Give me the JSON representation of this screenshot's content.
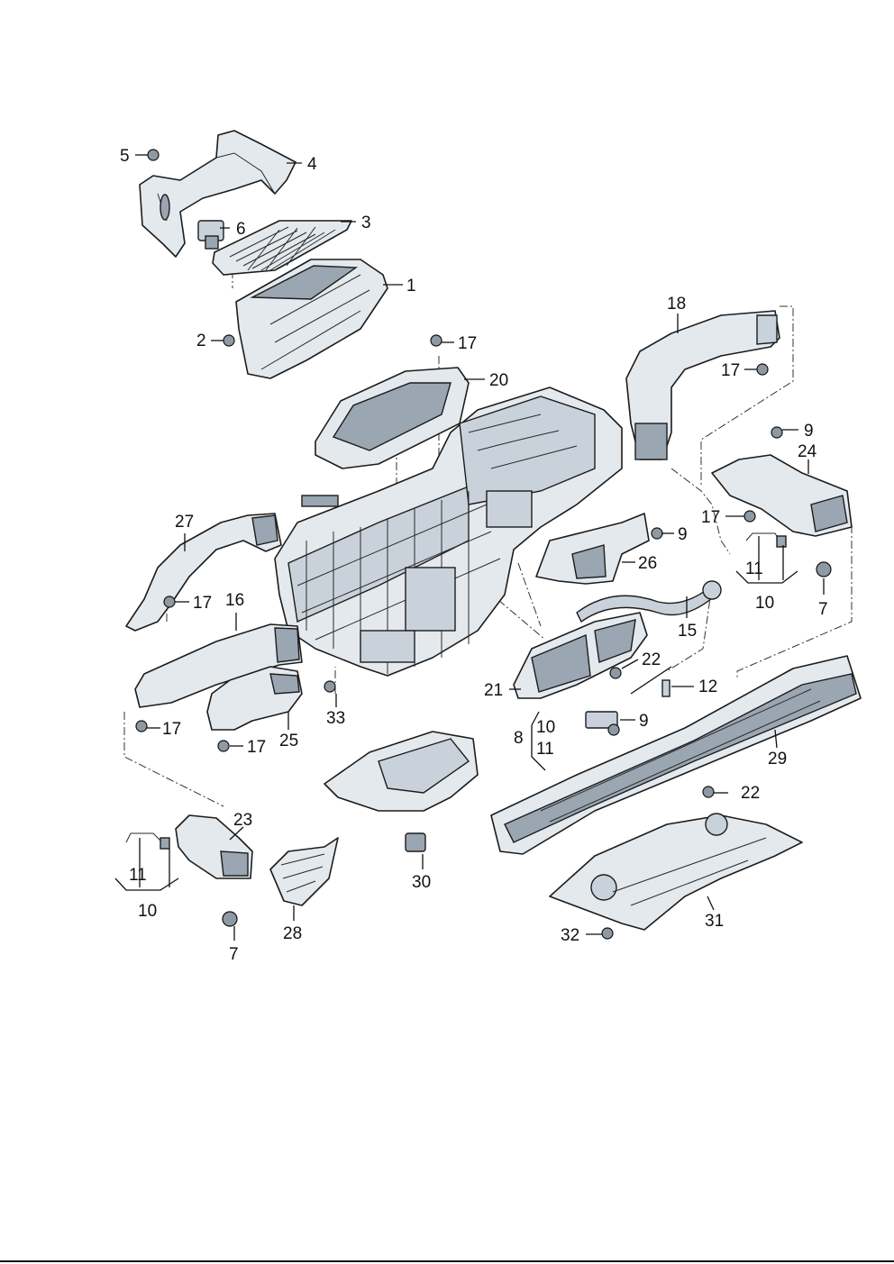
{
  "labels": {
    "l1": "1",
    "l2": "2",
    "l3": "3",
    "l4": "4",
    "l5": "5",
    "l6": "6",
    "l7a": "7",
    "l7b": "7",
    "l8": "8",
    "l9a": "9",
    "l9b": "9",
    "l9c": "9",
    "l10a": "10",
    "l10b": "10",
    "l10c": "10",
    "l11a": "11",
    "l11b": "11",
    "l11c": "11",
    "l12": "12",
    "l15": "15",
    "l16": "16",
    "l17a": "17",
    "l17b": "17",
    "l17c": "17",
    "l17d": "17",
    "l17e": "17",
    "l17f": "17",
    "l18": "18",
    "l20": "20",
    "l21": "21",
    "l22a": "22",
    "l22b": "22",
    "l23": "23",
    "l24": "24",
    "l25": "25",
    "l26": "26",
    "l27": "27",
    "l28": "28",
    "l29": "29",
    "l30": "30",
    "l31": "31",
    "l32": "32",
    "l33": "33"
  },
  "colors": {
    "line": "#1c1c1c",
    "part_fill": "#e4e9ee",
    "part_shadow": "#9aa6b2"
  }
}
